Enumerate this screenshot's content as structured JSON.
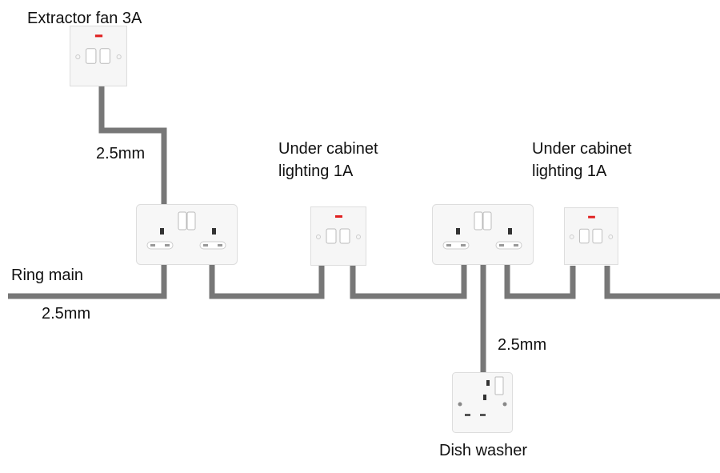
{
  "labels": {
    "extractor": "Extractor fan 3A",
    "extractor_cable": "2.5mm",
    "ucl1_line1": "Under cabinet",
    "ucl1_line2": "lighting 1A",
    "ucl2_line1": "Under cabinet",
    "ucl2_line2": "lighting 1A",
    "ring_main": "Ring main",
    "ring_cable": "2.5mm",
    "dishwasher_cable": "2.5mm",
    "dishwasher": "Dish washer"
  },
  "colors": {
    "wire": "#777777",
    "neon": "#e02020"
  }
}
